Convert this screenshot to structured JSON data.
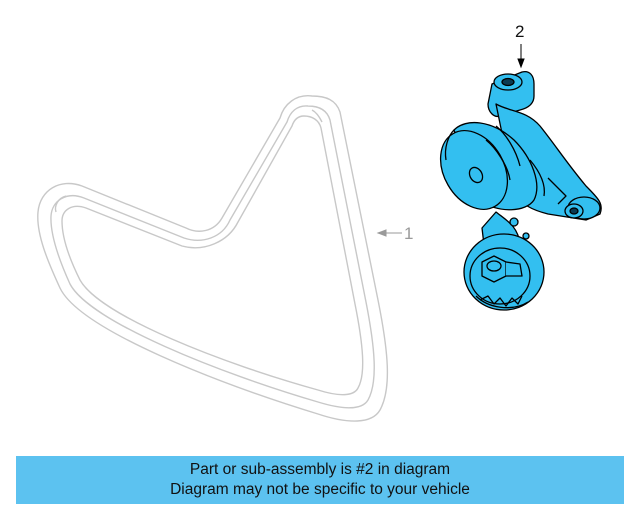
{
  "callouts": {
    "belt": "1",
    "tensioner": "2"
  },
  "banner": {
    "line1": "Part or sub-assembly is #2 in diagram",
    "line2": "Diagram may not be specific to your vehicle"
  },
  "colors": {
    "highlight": "#33bff0",
    "banner": "#5cc2f0",
    "belt_line": "#c8c8c8",
    "outline": "#000000"
  },
  "icons": {
    "belt": "serpentine-belt",
    "tensioner": "belt-tensioner-assembly"
  }
}
